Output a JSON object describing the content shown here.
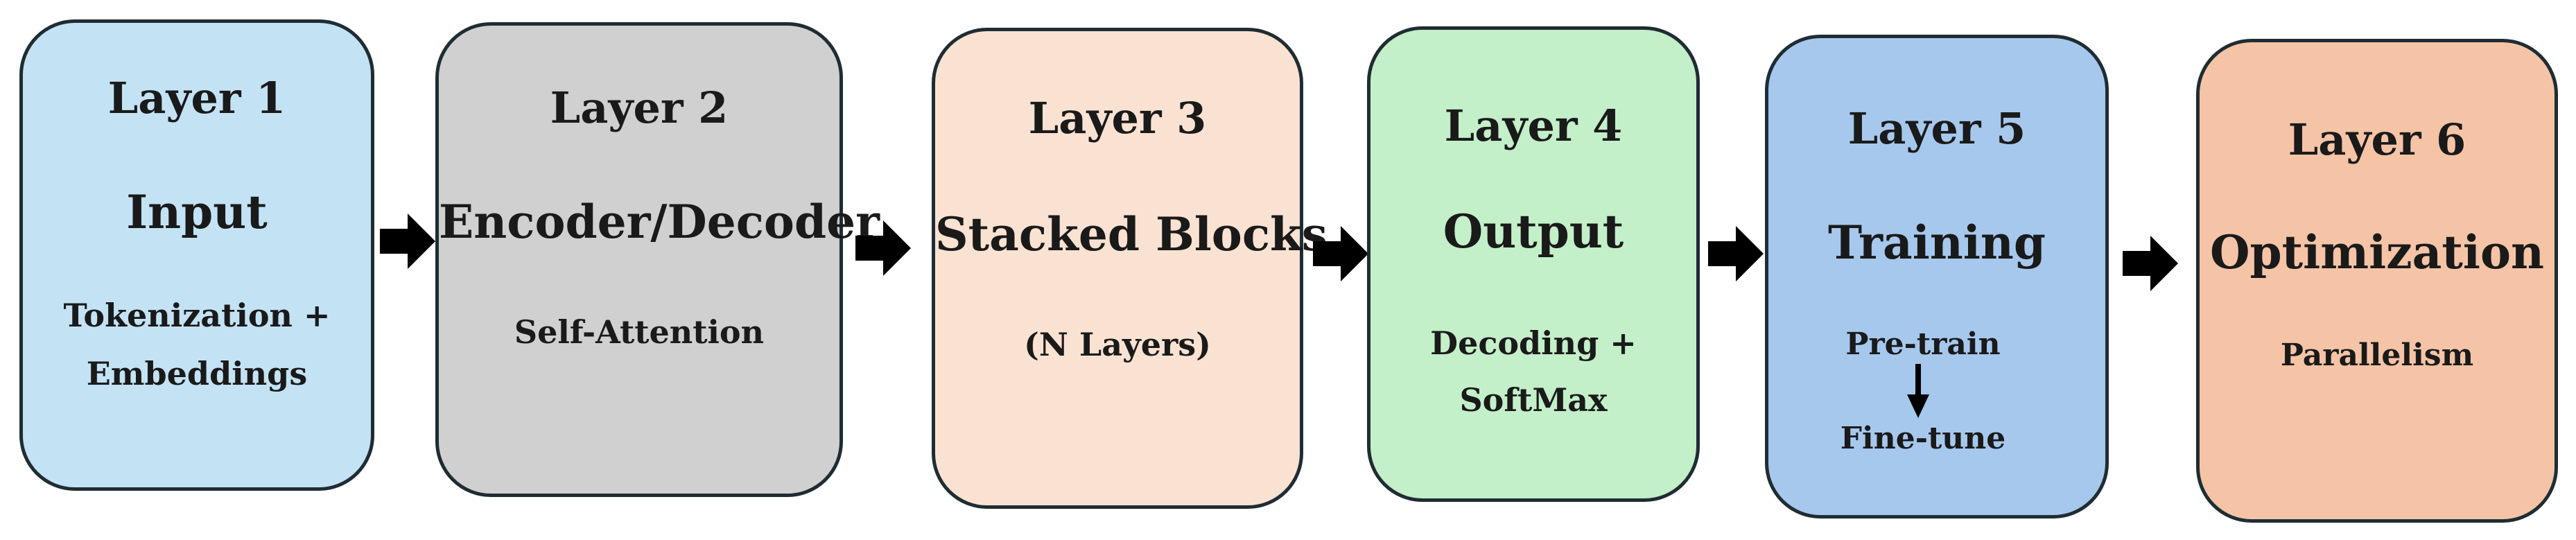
{
  "colors": {
    "layer1": "#c3e3f5",
    "layer2": "#d0d0d0",
    "layer3": "#fae2d2",
    "layer4": "#c3efc9",
    "layer5": "#a6c8ed",
    "layer6": "#f5c4a6",
    "border": "#1f2d33",
    "arrow": "#000000"
  },
  "layers": [
    {
      "label": "Layer 1",
      "title": "Input",
      "detail_lines": [
        "Tokenization +",
        "Embeddings"
      ]
    },
    {
      "label": "Layer 2",
      "title": "Encoder/Decoder",
      "detail_lines": [
        "Self-Attention"
      ]
    },
    {
      "label": "Layer 3",
      "title": "Stacked Blocks",
      "detail_lines": [
        "(N Layers)"
      ]
    },
    {
      "label": "Layer 4",
      "title": "Output",
      "detail_lines": [
        "Decoding +",
        "SoftMax"
      ]
    },
    {
      "label": "Layer 5",
      "title": "Training",
      "steps": [
        "Pre-train",
        "Fine-tune"
      ]
    },
    {
      "label": "Layer 6",
      "title": "Optimization",
      "detail_lines": [
        "Parallelism"
      ]
    }
  ]
}
